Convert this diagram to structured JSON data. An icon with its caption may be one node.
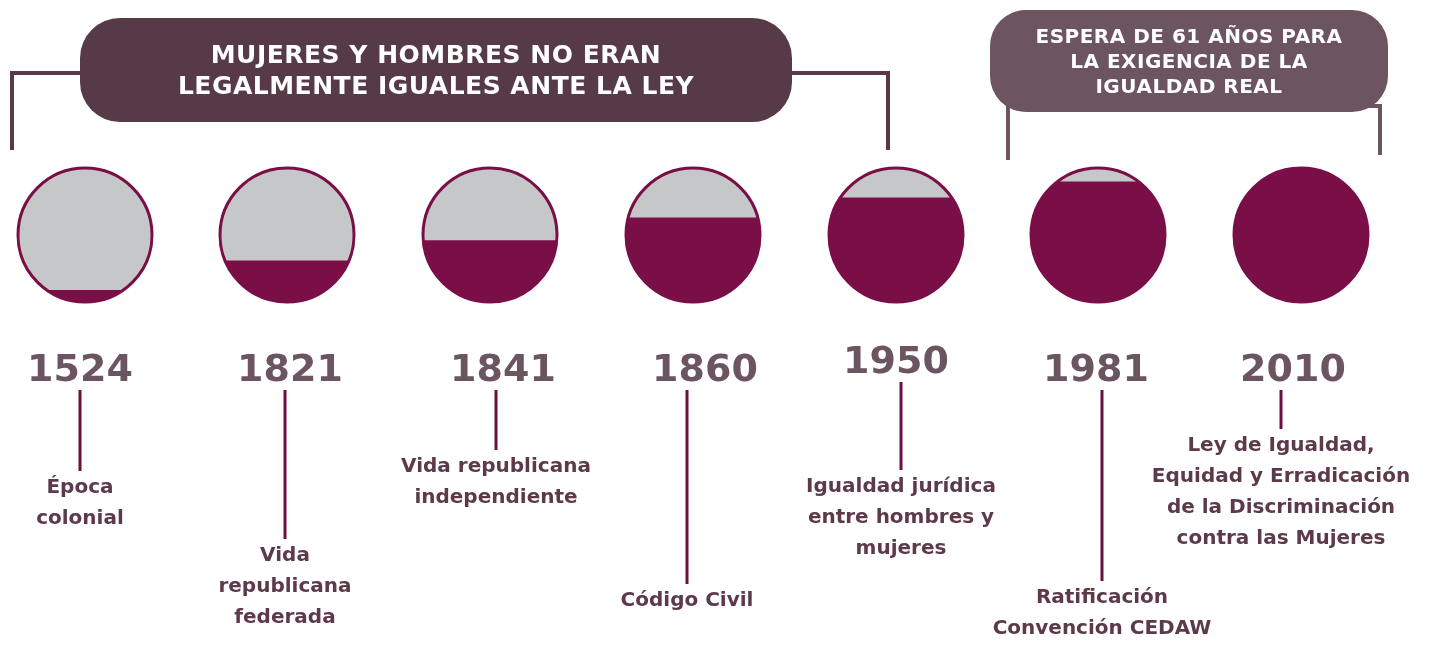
{
  "diagram": {
    "nodes": [
      {
        "text": [
          "MUJERES Y HOMBRES NO ERAN LEGALMENTE IGUALES ANTE LA LEY"
        ]
      },
      {
        "text": [
          "ESPERA DE 61 AÑOS PARA LA EXIGENCIA DE LA IGUALDAD REAL"
        ]
      },
      {
        "text": [],
        "shape": "circle"
      },
      {
        "text": [],
        "shape": "circle"
      },
      {
        "text": [],
        "shape": "circle"
      },
      {
        "text": [],
        "shape": "circle"
      },
      {
        "text": [],
        "shape": "circle"
      },
      {
        "text": [],
        "shape": "circle"
      },
      {
        "text": [],
        "shape": "circle"
      },
      {
        "text": [
          "1524"
        ]
      },
      {
        "text": [
          "1821"
        ]
      },
      {
        "text": [
          "1841"
        ]
      },
      {
        "text": [
          "1860"
        ]
      },
      {
        "text": [
          "1950"
        ]
      },
      {
        "text": [
          "1981"
        ]
      },
      {
        "text": [
          "2010"
        ]
      },
      {
        "text": [
          "Época colonial"
        ]
      },
      {
        "text": [
          "Vida republicana federada"
        ]
      },
      {
        "text": [
          "Vida republicana independiente"
        ]
      },
      {
        "text": [
          "Código Civil"
        ]
      },
      {
        "text": [
          "Igualdad jurídica entre hombres y mujeres"
        ]
      },
      {
        "text": [
          "Ratificación Convención CEDAW"
        ]
      },
      {
        "text": [
          "Ley de Igualdad, Equidad y Erradicación de la Discriminación contra las Mujeres"
        ]
      }
    ],
    "edges": [
      {
        "from": 9,
        "to": 16,
        "arrow": "none"
      },
      {
        "from": 10,
        "to": 17,
        "arrow": "none"
      },
      {
        "from": 11,
        "to": 18,
        "arrow": "none"
      },
      {
        "from": 12,
        "to": 19,
        "arrow": "none"
      },
      {
        "from": 13,
        "to": 20,
        "arrow": "none"
      },
      {
        "from": 14,
        "to": 21,
        "arrow": "none"
      },
      {
        "from": 15,
        "to": 22,
        "arrow": "none"
      }
    ]
  }
}
